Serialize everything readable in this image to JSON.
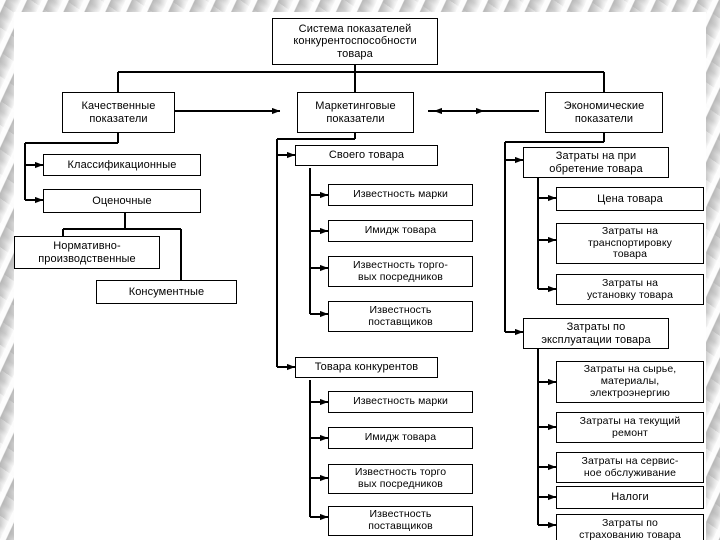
{
  "diagram": {
    "title": "Система показателей конкурентоспособности товара",
    "root": {
      "label": "Система показателей\nконкурентоспособности\nтовара"
    },
    "categories": [
      {
        "id": "quality",
        "label": "Качественные\nпоказатели"
      },
      {
        "id": "marketing",
        "label": "Маркетинговые\nпоказатели"
      },
      {
        "id": "economic",
        "label": "Экономические\nпоказатели"
      }
    ],
    "quality_branch": [
      {
        "label": "Классификационные"
      },
      {
        "label": "Оценочные"
      },
      {
        "label": "Нормативно-\nпроизводственные"
      },
      {
        "label": "Консументные"
      }
    ],
    "marketing_branch": [
      {
        "group": "Своего товара",
        "items": [
          {
            "label": "Известность марки"
          },
          {
            "label": "Имидж товара"
          },
          {
            "label": "Известность торго-\nвых посредников"
          },
          {
            "label": "Известность\nпоставщиков"
          }
        ]
      },
      {
        "group": "Товара конкурентов",
        "items": [
          {
            "label": "Известность марки"
          },
          {
            "label": "Имидж товара"
          },
          {
            "label": "Известность торго\nвых посредников"
          },
          {
            "label": "Известность\nпоставщиков"
          }
        ]
      }
    ],
    "economic_branch": [
      {
        "group": "Затраты на при\nобретение товара",
        "items": [
          {
            "label": "Цена товара"
          },
          {
            "label": "Затраты на\nтранспортировку\nтовара"
          },
          {
            "label": "Затраты на\nустановку товара"
          }
        ]
      },
      {
        "group": "Затраты по\nэксплуатации товара",
        "items": [
          {
            "label": "Затраты на сырье,\nматериалы,\nэлектроэнергию"
          },
          {
            "label": "Затраты на текущий\nремонт"
          },
          {
            "label": "Затраты на сервис-\nное обслуживание"
          },
          {
            "label": "Налоги"
          },
          {
            "label": "Затраты по\nстрахованию товара"
          }
        ]
      }
    ],
    "colors": {
      "line": "#000000",
      "box_fill": "#ffffff",
      "text": "#000000",
      "canvas": "#ffffff",
      "slide_border": "#d9d9d9"
    }
  }
}
